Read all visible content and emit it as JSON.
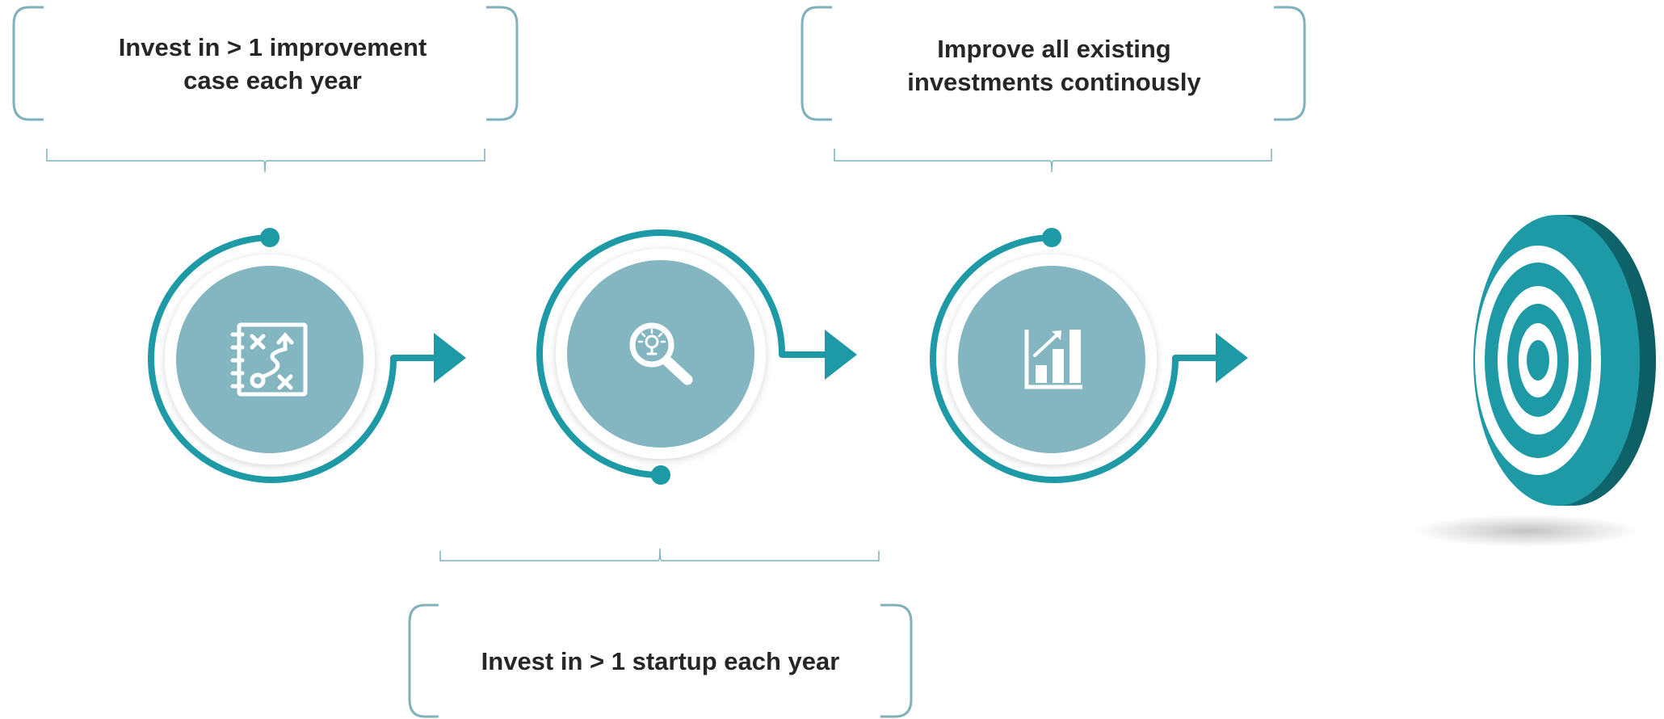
{
  "boxes": {
    "improvement_case": "Invest in > 1 improvement\ncase each year",
    "improve_existing": "Improve all existing\ninvestments continously",
    "startup": "Invest in > 1 startup each year"
  },
  "steps": [
    {
      "icon": "strategy-plan-icon"
    },
    {
      "icon": "idea-search-icon"
    },
    {
      "icon": "growth-chart-icon"
    }
  ],
  "goal": {
    "icon": "target-icon"
  },
  "colors": {
    "teal": "#1E9AA6",
    "teal_dark": "#137A82",
    "circle_fill": "#84B6C1",
    "bracket": "#7FB2BC",
    "text": "#262626"
  }
}
